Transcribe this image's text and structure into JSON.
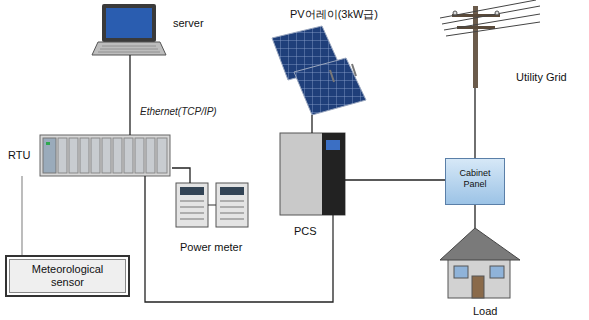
{
  "diagram": {
    "nodes": [
      {
        "text": [
          "server"
        ]
      },
      {
        "text": [
          "PV어레이(3kW급)"
        ]
      },
      {
        "text": [
          "Utility Grid"
        ]
      },
      {
        "text": [
          "RTU"
        ]
      },
      {
        "text": [
          "PCS"
        ]
      },
      {
        "text": [
          "Cabinet Panel"
        ]
      },
      {
        "text": [
          "Power meter"
        ]
      },
      {
        "text": [
          "Meteorological sensor"
        ]
      },
      {
        "text": [
          "Load"
        ]
      }
    ],
    "edges": [
      {
        "from": 0,
        "to": 3,
        "label": "Ethernet(TCP/IP)",
        "arrow": "none"
      },
      {
        "from": 1,
        "to": 4,
        "arrow": "none"
      },
      {
        "from": 4,
        "to": 5,
        "arrow": "none"
      },
      {
        "from": 5,
        "to": 2,
        "arrow": "none"
      },
      {
        "from": 5,
        "to": 8,
        "arrow": "none"
      },
      {
        "from": 3,
        "to": 6,
        "arrow": "none"
      },
      {
        "from": 3,
        "to": 7,
        "arrow": "none"
      },
      {
        "from": 3,
        "to": 4,
        "arrow": "none"
      }
    ]
  }
}
